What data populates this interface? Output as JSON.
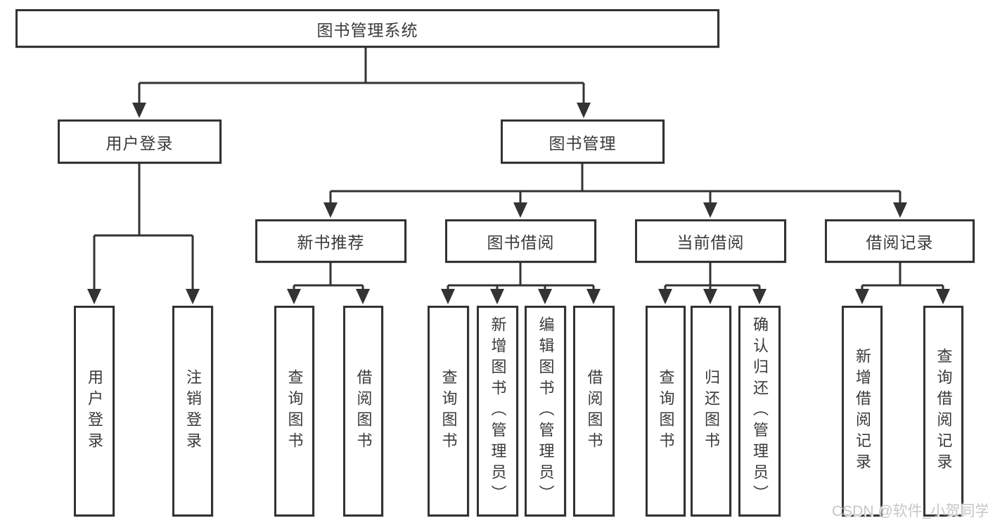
{
  "diagram": {
    "title": "图书管理系统",
    "level2": {
      "user_login": "用户登录",
      "book_mgmt": "图书管理"
    },
    "level3": {
      "new_books": "新书推荐",
      "borrowing": "图书借阅",
      "current": "当前借阅",
      "records": "借阅记录"
    },
    "leaves": {
      "user_login": [
        "用户登录",
        "注销登录"
      ],
      "new_books": [
        "查询图书",
        "借阅图书"
      ],
      "borrowing": [
        "查询图书",
        "新增图书（管理员）",
        "编辑图书（管理员）",
        "借阅图书"
      ],
      "current": [
        "查询图书",
        "归还图书",
        "确认归还（管理员）"
      ],
      "records": [
        "新增借阅记录",
        "查询借阅记录"
      ]
    },
    "watermark": "CSDN @软件_小贺同学"
  },
  "colors": {
    "line": "#333333",
    "text": "#3a3a3a",
    "background": "#ffffff",
    "watermark": "#c6c6c6"
  }
}
